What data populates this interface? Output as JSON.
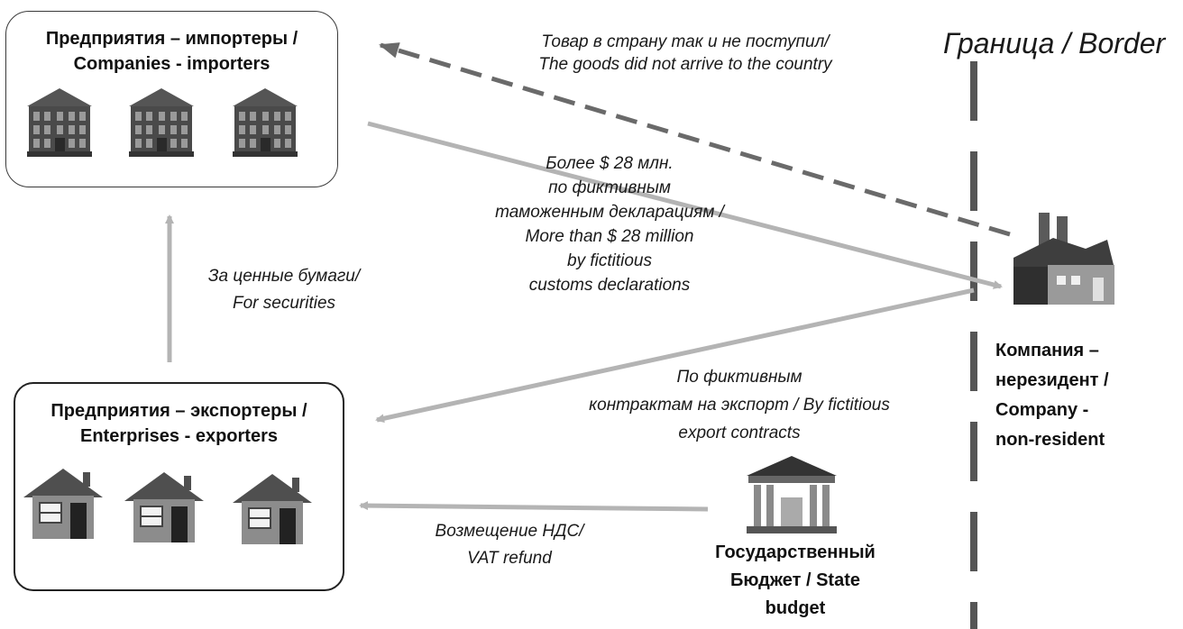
{
  "importers": {
    "title_line1": "Предприятия – импортеры /",
    "title_line2": "Companies - importers"
  },
  "exporters": {
    "title_line1": "Предприятия – экспортеры /",
    "title_line2": "Enterprises - exporters"
  },
  "border": {
    "label": "Граница / Border"
  },
  "nonresident": {
    "line1": "Компания –",
    "line2": "нерезидент /",
    "line3": "Company -",
    "line4": "non-resident"
  },
  "budget": {
    "line1": "Государственный",
    "line2": "Бюджет / State",
    "line3": "budget"
  },
  "arrows": {
    "goods_not_arrived": {
      "line1": "Товар в страну так и не поступил/",
      "line2": "The goods did not arrive to the country"
    },
    "payment_declarations": {
      "line1": "Более $ 28 млн.",
      "line2": "по фиктивным",
      "line3": "таможенным декларациям /",
      "line4": "More than $ 28 million",
      "line5": "by fictitious",
      "line6": "customs declarations"
    },
    "securities": {
      "line1": "За ценные бумаги/",
      "line2": "For securities"
    },
    "export_contracts": {
      "line1": "По фиктивным",
      "line2": "контрактам на экспорт / By fictitious",
      "line3": "export contracts"
    },
    "vat_refund": {
      "line1": "Возмещение НДС/",
      "line2": "VAT refund"
    }
  },
  "icons": {
    "importer_buildings": [
      "office-building-icon",
      "office-building-icon",
      "office-building-icon"
    ],
    "exporter_houses": [
      "house-icon",
      "house-icon",
      "house-icon"
    ],
    "nonresident": "factory-icon",
    "budget": "government-building-icon"
  },
  "colors": {
    "arrow_light": "#b4b4b4",
    "arrow_dark": "#6a6a6a",
    "border_line": "#555555"
  }
}
